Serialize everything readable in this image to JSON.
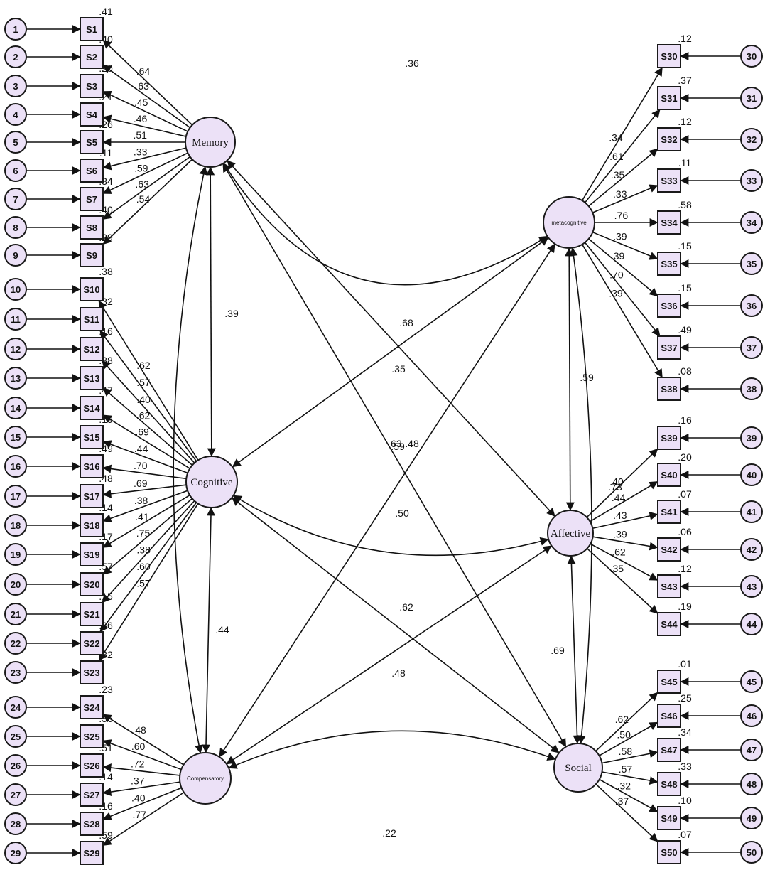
{
  "latents": [
    {
      "id": "memory",
      "label": "Memory"
    },
    {
      "id": "cognitive",
      "label": "Cognitive"
    },
    {
      "id": "compensatory",
      "label": "Compensatory"
    },
    {
      "id": "metacognitive",
      "label": "metacognitive"
    },
    {
      "id": "affective",
      "label": "Affective"
    },
    {
      "id": "social",
      "label": "Social"
    }
  ],
  "items": [
    {
      "error": "1",
      "item": "S1",
      "latent": "memory",
      "loading": ".64",
      "r2": ".41"
    },
    {
      "error": "2",
      "item": "S2",
      "latent": "memory",
      "loading": ".63",
      "r2": ".40"
    },
    {
      "error": "3",
      "item": "S3",
      "latent": "memory",
      "loading": ".45",
      "r2": ".20"
    },
    {
      "error": "4",
      "item": "S4",
      "latent": "memory",
      "loading": ".46",
      "r2": ".21"
    },
    {
      "error": "5",
      "item": "S5",
      "latent": "memory",
      "loading": ".51",
      "r2": ".26"
    },
    {
      "error": "6",
      "item": "S6",
      "latent": "memory",
      "loading": ".33",
      "r2": ".11"
    },
    {
      "error": "7",
      "item": "S7",
      "latent": "memory",
      "loading": ".59",
      "r2": ".34"
    },
    {
      "error": "8",
      "item": "S8",
      "latent": "memory",
      "loading": ".63",
      "r2": ".40"
    },
    {
      "error": "9",
      "item": "S9",
      "latent": "memory",
      "loading": ".54",
      "r2": ".29"
    },
    {
      "error": "10",
      "item": "S10",
      "latent": "cognitive",
      "loading": ".62",
      "r2": ".38"
    },
    {
      "error": "11",
      "item": "S11",
      "latent": "cognitive",
      "loading": ".57",
      "r2": ".32"
    },
    {
      "error": "12",
      "item": "S12",
      "latent": "cognitive",
      "loading": ".40",
      "r2": ".16"
    },
    {
      "error": "13",
      "item": "S13",
      "latent": "cognitive",
      "loading": ".62",
      "r2": ".38"
    },
    {
      "error": "14",
      "item": "S14",
      "latent": "cognitive",
      "loading": ".69",
      "r2": ".47"
    },
    {
      "error": "15",
      "item": "S15",
      "latent": "cognitive",
      "loading": ".44",
      "r2": ".19"
    },
    {
      "error": "16",
      "item": "S16",
      "latent": "cognitive",
      "loading": ".70",
      "r2": ".49"
    },
    {
      "error": "17",
      "item": "S17",
      "latent": "cognitive",
      "loading": ".69",
      "r2": ".48"
    },
    {
      "error": "18",
      "item": "S18",
      "latent": "cognitive",
      "loading": ".38",
      "r2": ".14"
    },
    {
      "error": "19",
      "item": "S19",
      "latent": "cognitive",
      "loading": ".41",
      "r2": ".17"
    },
    {
      "error": "20",
      "item": "S20",
      "latent": "cognitive",
      "loading": ".75",
      "r2": ".57"
    },
    {
      "error": "21",
      "item": "S21",
      "latent": "cognitive",
      "loading": ".38",
      "r2": ".15"
    },
    {
      "error": "22",
      "item": "S22",
      "latent": "cognitive",
      "loading": ".60",
      "r2": ".36"
    },
    {
      "error": "23",
      "item": "S23",
      "latent": "cognitive",
      "loading": ".57",
      "r2": ".32"
    },
    {
      "error": "24",
      "item": "S24",
      "latent": "compensatory",
      "loading": ".48",
      "r2": ".23"
    },
    {
      "error": "25",
      "item": "S25",
      "latent": "compensatory",
      "loading": ".60",
      "r2": ".36"
    },
    {
      "error": "26",
      "item": "S26",
      "latent": "compensatory",
      "loading": ".72",
      "r2": ".51"
    },
    {
      "error": "27",
      "item": "S27",
      "latent": "compensatory",
      "loading": ".37",
      "r2": ".14"
    },
    {
      "error": "28",
      "item": "S28",
      "latent": "compensatory",
      "loading": ".40",
      "r2": ".16"
    },
    {
      "error": "29",
      "item": "S29",
      "latent": "compensatory",
      "loading": ".77",
      "r2": ".59"
    },
    {
      "error": "30",
      "item": "S30",
      "latent": "metacognitive",
      "loading": ".34",
      "r2": ".12"
    },
    {
      "error": "31",
      "item": "S31",
      "latent": "metacognitive",
      "loading": ".61",
      "r2": ".37"
    },
    {
      "error": "32",
      "item": "S32",
      "latent": "metacognitive",
      "loading": ".35",
      "r2": ".12"
    },
    {
      "error": "33",
      "item": "S33",
      "latent": "metacognitive",
      "loading": ".33",
      "r2": ".11"
    },
    {
      "error": "34",
      "item": "S34",
      "latent": "metacognitive",
      "loading": ".76",
      "r2": ".58"
    },
    {
      "error": "35",
      "item": "S35",
      "latent": "metacognitive",
      "loading": ".39",
      "r2": ".15"
    },
    {
      "error": "36",
      "item": "S36",
      "latent": "metacognitive",
      "loading": ".39",
      "r2": ".15"
    },
    {
      "error": "37",
      "item": "S37",
      "latent": "metacognitive",
      "loading": ".70",
      "r2": ".49"
    },
    {
      "error": "38",
      "item": "S38",
      "latent": "metacognitive",
      "loading": ".39",
      "r2": ".08"
    },
    {
      "error": "39",
      "item": "S39",
      "latent": "affective",
      "loading": ".40",
      "r2": ".16"
    },
    {
      "error": "40",
      "item": "S40",
      "latent": "affective",
      "loading": ".44",
      "r2": ".20"
    },
    {
      "error": "41",
      "item": "S41",
      "latent": "affective",
      "loading": ".43",
      "r2": ".07"
    },
    {
      "error": "42",
      "item": "S42",
      "latent": "affective",
      "loading": ".39",
      "r2": ".06"
    },
    {
      "error": "43",
      "item": "S43",
      "latent": "affective",
      "loading": ".62",
      "r2": ".12"
    },
    {
      "error": "44",
      "item": "S44",
      "latent": "affective",
      "loading": ".35",
      "r2": ".19"
    },
    {
      "error": "45",
      "item": "S45",
      "latent": "social",
      "loading": ".62",
      "r2": ".01"
    },
    {
      "error": "46",
      "item": "S46",
      "latent": "social",
      "loading": ".50",
      "r2": ".25"
    },
    {
      "error": "47",
      "item": "S47",
      "latent": "social",
      "loading": ".58",
      "r2": ".34"
    },
    {
      "error": "48",
      "item": "S48",
      "latent": "social",
      "loading": ".57",
      "r2": ".33"
    },
    {
      "error": "49",
      "item": "S49",
      "latent": "social",
      "loading": ".32",
      "r2": ".10"
    },
    {
      "error": "50",
      "item": "S50",
      "latent": "social",
      "loading": ".37",
      "r2": ".07"
    }
  ],
  "covariances": [
    {
      "from": "memory",
      "to": "metacognitive",
      "value": ".36"
    },
    {
      "from": "memory",
      "to": "cognitive",
      "value": ".39"
    },
    {
      "from": "memory",
      "to": "affective",
      "value": ".68"
    },
    {
      "from": "memory",
      "to": "social",
      "value": ".48"
    },
    {
      "from": "memory",
      "to": "compensatory",
      "value": ".59"
    },
    {
      "from": "cognitive",
      "to": "metacognitive",
      "value": ".35"
    },
    {
      "from": "cognitive",
      "to": "affective",
      "value": ".63"
    },
    {
      "from": "cognitive",
      "to": "social",
      "value": ".62"
    },
    {
      "from": "cognitive",
      "to": "compensatory",
      "value": ".44"
    },
    {
      "from": "compensatory",
      "to": "metacognitive",
      "value": ".50"
    },
    {
      "from": "compensatory",
      "to": "affective",
      "value": ".48"
    },
    {
      "from": "compensatory",
      "to": "social",
      "value": ".22"
    },
    {
      "from": "metacognitive",
      "to": "affective",
      "value": ".59"
    },
    {
      "from": "metacognitive",
      "to": "social",
      "value": ".73"
    },
    {
      "from": "affective",
      "to": "social",
      "value": ".69"
    }
  ]
}
